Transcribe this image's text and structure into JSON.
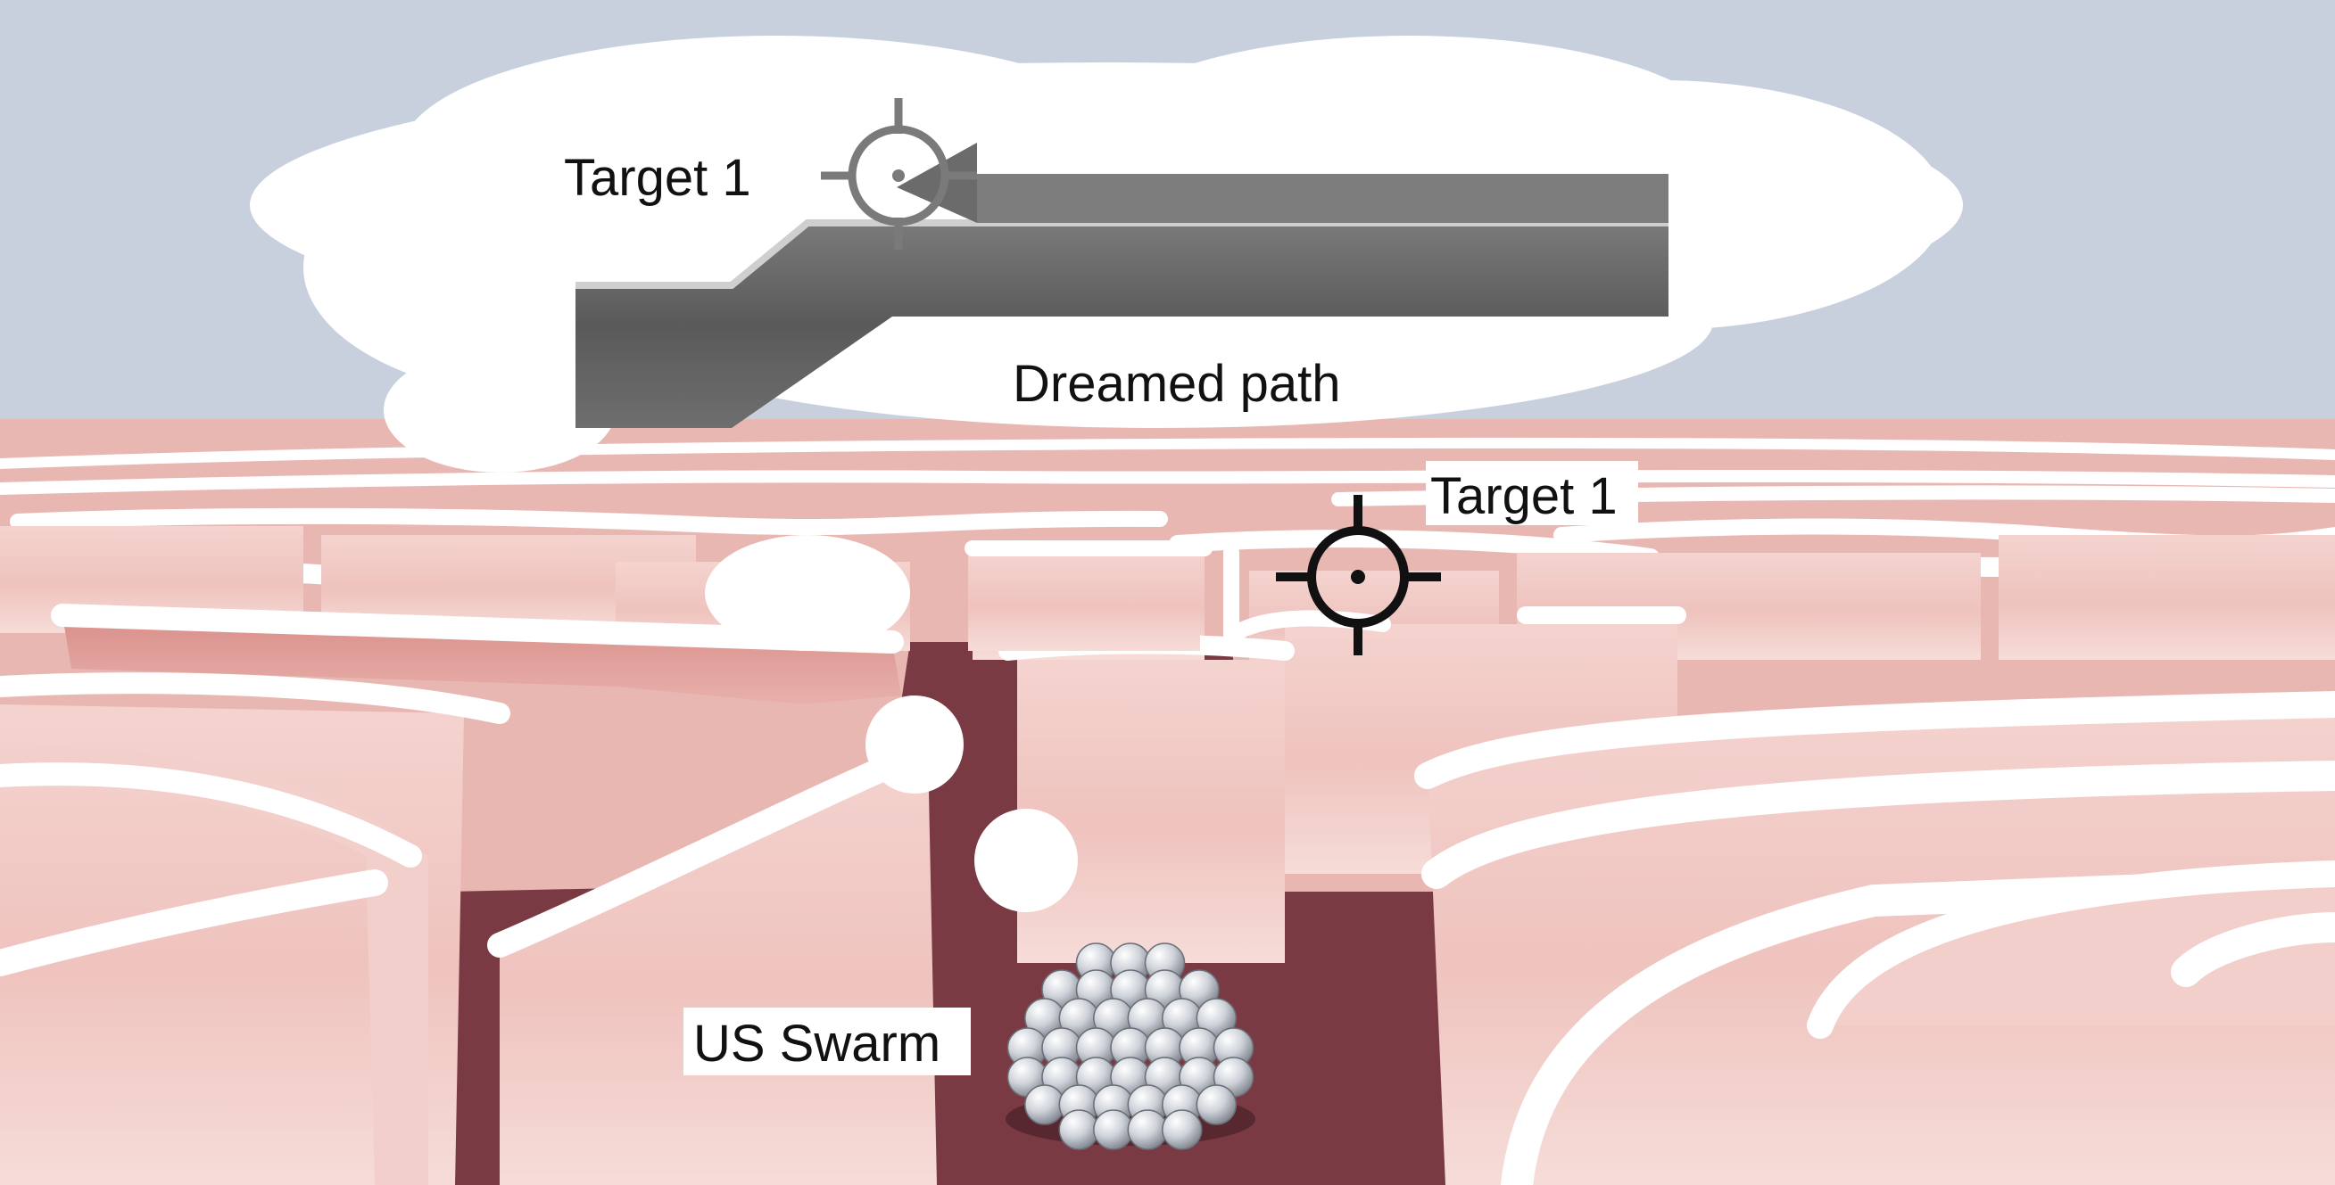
{
  "labels": {
    "dream_target": "Target 1",
    "dreamed_path": "Dreamed path",
    "maze_target": "Target 1",
    "swarm": "US Swarm"
  },
  "icons": {
    "dream_target_icon": "crosshair-icon",
    "maze_target_icon": "crosshair-icon",
    "path_arrow": "left-arrow-icon",
    "swarm": "microsphere-cluster-icon"
  },
  "colors": {
    "sky": "#c8d0de",
    "cloud": "#ffffff",
    "wall": "#f1c9c4",
    "wall_shade": "#d98f8a",
    "corridor_floor": "#7a3a44",
    "dream_path": "#5e5e5e",
    "dream_target": "#7a7a7a",
    "maze_target": "#111111",
    "swarm_bubble": "#d6d9de"
  }
}
